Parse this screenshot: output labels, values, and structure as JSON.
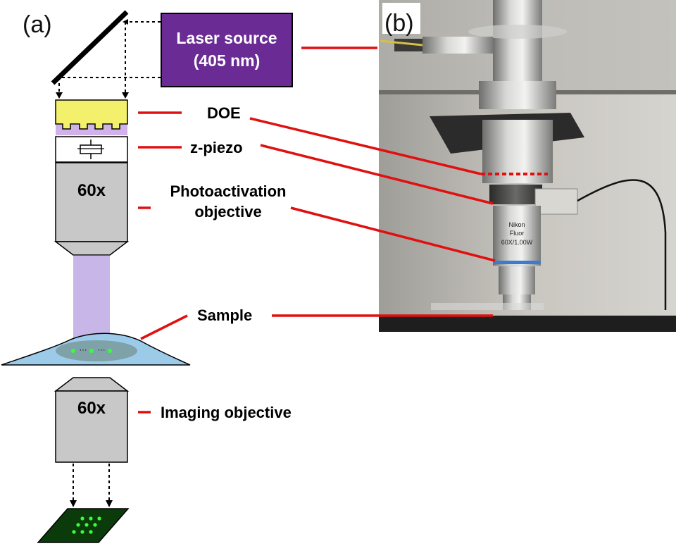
{
  "panels": {
    "a": "(a)",
    "b": "(b)"
  },
  "laser": {
    "line1": "Laser source",
    "line2": "(405 nm)"
  },
  "labels": {
    "doe": "DOE",
    "zpiezo": "z-piezo",
    "photo1": "Photoactivation",
    "photo2": "objective",
    "sample": "Sample",
    "imaging": "Imaging objective"
  },
  "objective_mag": {
    "top": "60x",
    "bottom": "60x"
  },
  "colors": {
    "laser_box": "#6a2c94",
    "doe": "#f3f06b",
    "leader_line": "#e01010",
    "sample": "#9ccbea",
    "camera": "#0b3a0b",
    "spots": "#36ff3a",
    "beam": "#8a5fcf"
  },
  "photo_text": {
    "brand": "Nikon",
    "type": "Fluor",
    "spec": "60X/1.00W"
  }
}
